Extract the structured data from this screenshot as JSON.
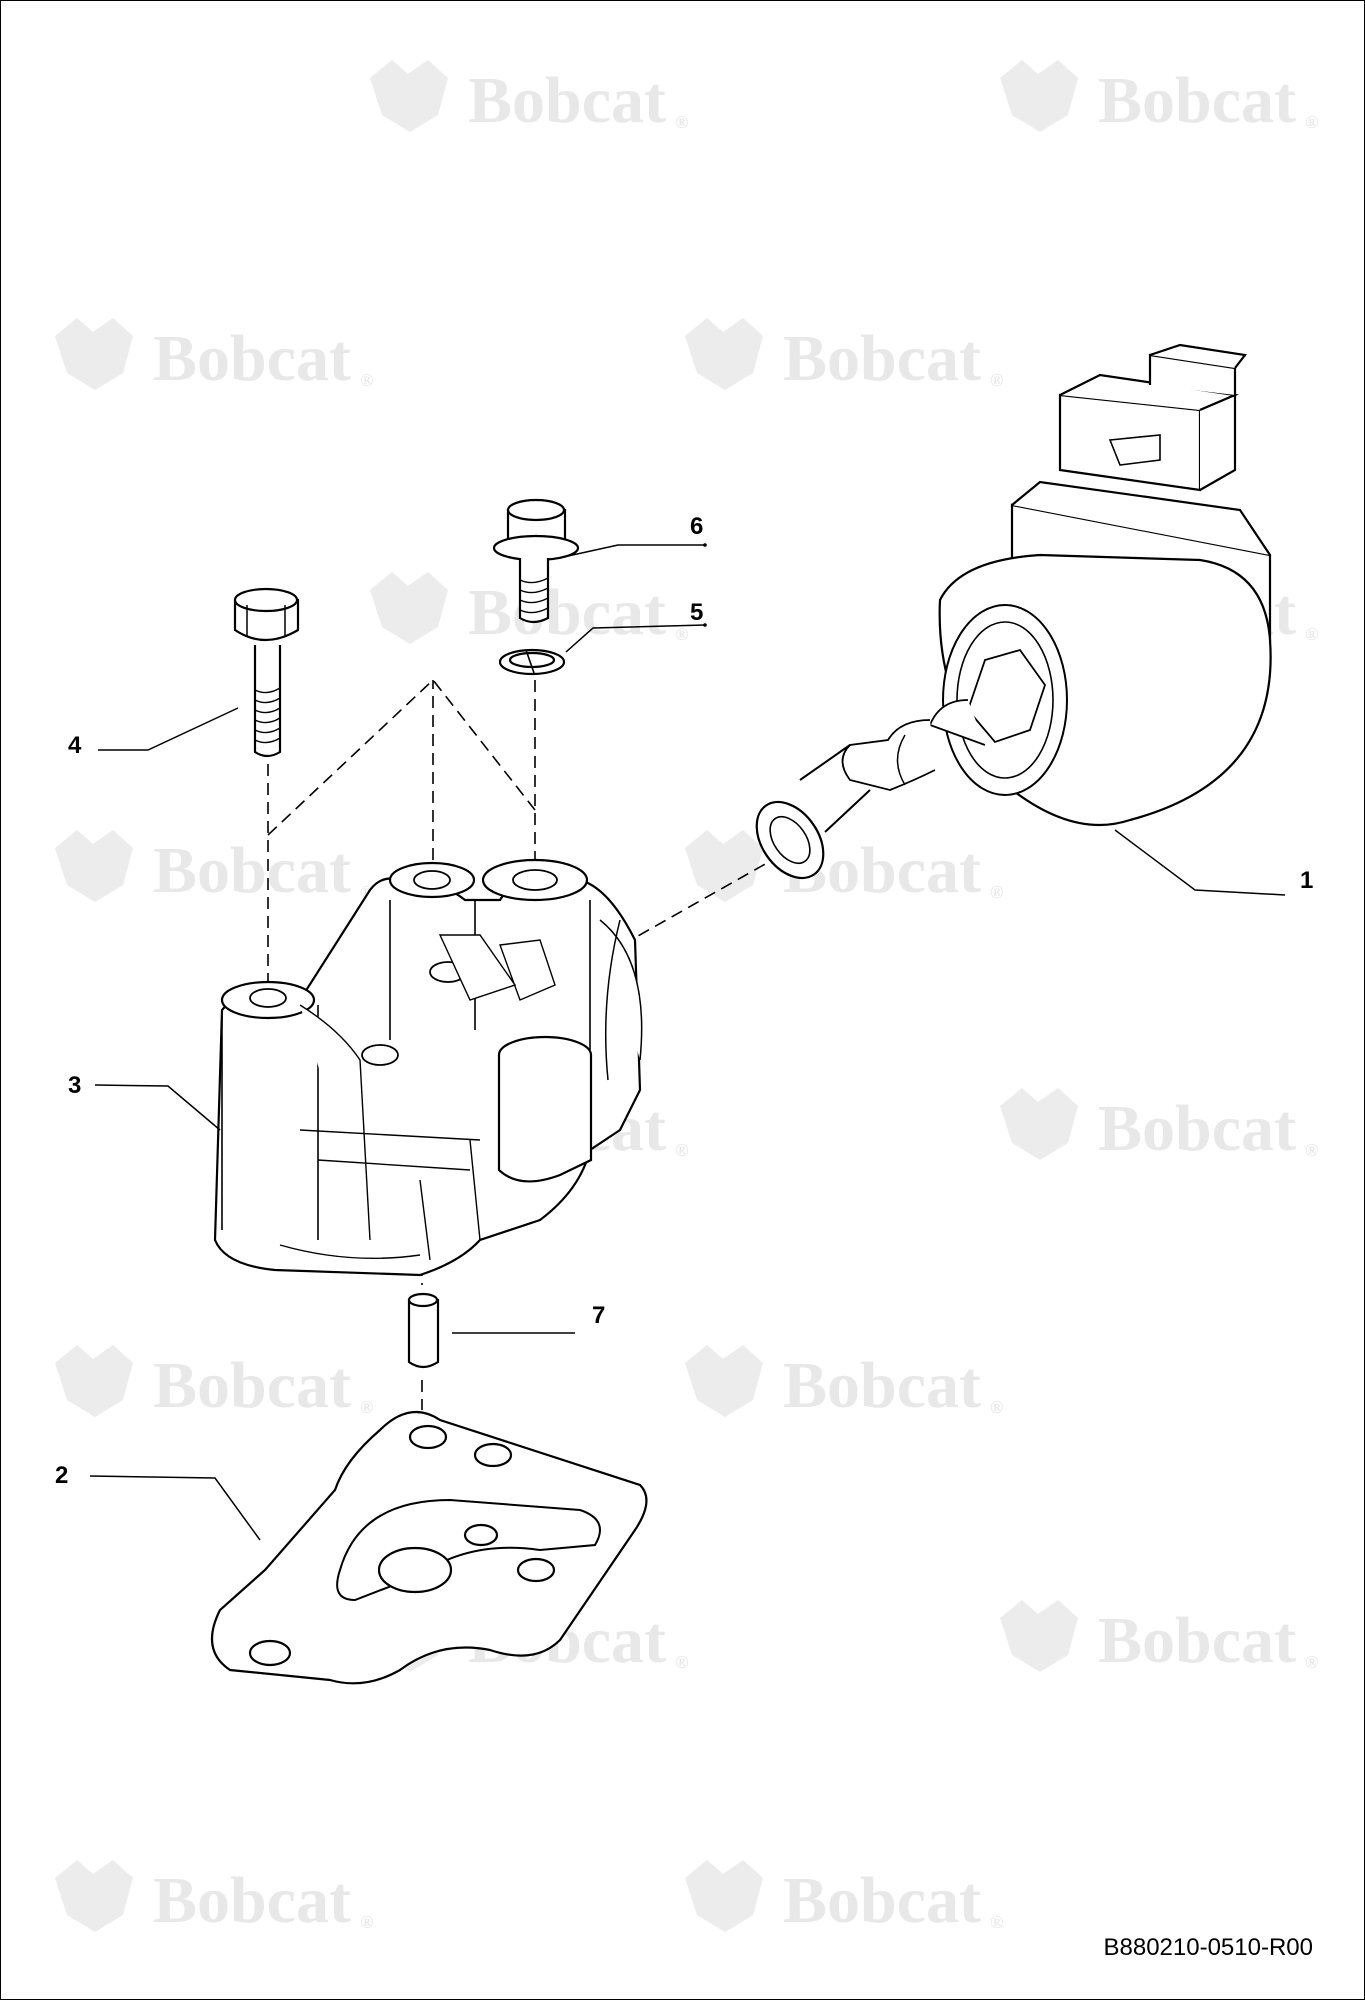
{
  "diagram": {
    "watermark_text": "Bobcat",
    "watermark_mark": "®",
    "drawing_reference": "B880210-0510-R00",
    "callouts": [
      {
        "id": "c1",
        "label": "1",
        "part": "solenoid-coil-cartridge"
      },
      {
        "id": "c2",
        "label": "2",
        "part": "gasket"
      },
      {
        "id": "c3",
        "label": "3",
        "part": "valve-housing"
      },
      {
        "id": "c4",
        "label": "4",
        "part": "hex-bolt"
      },
      {
        "id": "c5",
        "label": "5",
        "part": "lock-washer"
      },
      {
        "id": "c6",
        "label": "6",
        "part": "flange-bolt"
      },
      {
        "id": "c7",
        "label": "7",
        "part": "dowel-pin"
      }
    ],
    "colors": {
      "line": "#000000",
      "watermark": "#e8e8e8",
      "background": "#ffffff"
    }
  }
}
